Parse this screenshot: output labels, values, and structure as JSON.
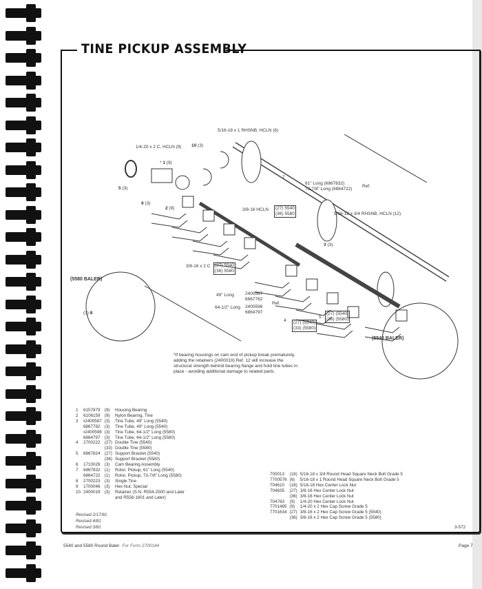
{
  "title": "TINE PICKUP ASSEMBLY",
  "diagram_labels": {
    "bolt_top": "5/16-18 x 1 RHSNB, HCLN (6)",
    "callout_10": "10",
    "qty_10": "(3)",
    "bolt_c": "1/4-20 x 2 C, HCLN (9)",
    "star_1": "*",
    "callout_1": "1",
    "qty_1": "(9)",
    "callout_5": "5",
    "qty_5": "(3)",
    "callout_9": "9",
    "qty_9": "(3)",
    "callout_2": "2",
    "qty_2": "(9)",
    "callout_7": "7",
    "rotor_len_1": "61\" Long (6867832)",
    "rotor_len_2": "73-7/8\" Long (6864722)",
    "ref": "Ref.",
    "hcln": "3/8-16 HCLN",
    "hcln_q1": "(27) 5540",
    "hcln_q2": "(36) 5580",
    "bolt_rhsnb": "5/16-18 x 3/4 RHSNB, HCLN (12)",
    "callout_3": "3",
    "qty_3": "(3)",
    "bolt_2c": "3/8-16 x 2 C",
    "bolt_2c_q1": "(27) 5540",
    "bolt_2c_q2": "(36) 5580",
    "baler_5580": "(5580 BALER)",
    "callout_8": "8",
    "qty_8": "(3)",
    "len_49": "49\" Long",
    "len_49_p1": "2400587",
    "len_49_p2": "6867782",
    "len_64": "64-1/2\" Long",
    "len_64_p1": "2400598",
    "len_64_p2": "6864797",
    "ref2": "Ref.",
    "callout_4": "4",
    "tine_q1": "(27) (5540)",
    "tine_q2": "(33) (5580)",
    "callout_5b": "5",
    "bracket_q1": "(27) (5540)",
    "bracket_q2": "(36) (5580)",
    "baler_5540": "(5540 BALER)"
  },
  "note": "*If bearing housings on cam end of pickup break prematurely, adding the retainers (2400019) Ref. 12 will increase the structural strength behind bearing flange and hold tine tubes in place - avoiding additional damage to related parts.",
  "parts_left": [
    [
      "1",
      "6157879",
      "(9)",
      "Housing Bearing"
    ],
    [
      "2",
      "6106159",
      "(9)",
      "Nylon Bearing, Tine"
    ],
    [
      "3",
      "▪2400587",
      "(3)",
      "Tine Tube, 49\" Long (5540)"
    ],
    [
      "",
      "6867782",
      "(3)",
      "Tine Tube, 49\" Long (5540)"
    ],
    [
      "",
      "▪2400598",
      "(3)",
      "Tine Tube, 64-1/2\" Long (5580)"
    ],
    [
      "",
      "6864797",
      "(3)",
      "Tine Tube, 64-1/2\" Long (5580)"
    ],
    [
      "4",
      "2700222",
      "(27)",
      "Double Tine (5540)"
    ],
    [
      "",
      "",
      "(33)",
      "Double Tine (5580)"
    ],
    [
      "5",
      "6867824",
      "(27)",
      "Support Bracket (5540)"
    ],
    [
      "",
      "",
      "(36)",
      "Support Bracket (5580)"
    ],
    [
      "6",
      "1710026",
      "(3)",
      "Cam Bearing Assembly"
    ],
    [
      "7",
      "6867832",
      "(1)",
      "Rotor, Pickup, 61\" Long (5540)"
    ],
    [
      "",
      "6864722",
      "(1)",
      "Rotor, Pickup, 73-7/8\" Long (5580)"
    ],
    [
      "8",
      "2700223",
      "(3)",
      "Single Tine"
    ],
    [
      "9",
      "1700046",
      "(3)",
      "Hex Nut, Special"
    ],
    [
      "10",
      "2400019",
      "(3)",
      "Retainer (S.N. R554-2500 and Later"
    ],
    [
      "",
      "",
      "",
      "and R558-1601 and Later)"
    ]
  ],
  "parts_right": [
    [
      "700013",
      "(18)",
      "5/16-18 x 3/4 Round Head Square Neck Bolt Grade 5"
    ],
    [
      "7700576",
      "(6)",
      "5/16-18 x 1 Round Head Square Neck Bolt Grade 5"
    ],
    [
      "704610",
      "(18)",
      "5/16-18 Hex Center Lock Nut"
    ],
    [
      "704635",
      "(27)",
      "3/8-16 Hex Center Lock Nut"
    ],
    [
      "",
      "(36)",
      "3/8-16 Hex Center Lock Nut"
    ],
    [
      "704783",
      "(9)",
      "1/4-20 Hex Center Lock Nut"
    ],
    [
      "7701485",
      "(9)",
      "1/4-20 x 2 Hex Cap Screw Grade 5"
    ],
    [
      "7701634",
      "(27)",
      "3/8-16 x 2 Hex Cap Screw Grade 5 (5540)"
    ],
    [
      "",
      "(36)",
      "3/8-16 x 2 Hex Cap Screw Grade 5 (5580)"
    ]
  ],
  "revised": [
    "Revised 2/17/81",
    "Revised 4/81",
    "Revised 3/81"
  ],
  "code": "3-572",
  "footer": {
    "left": "5540 and 5580 Round Baler",
    "form": "For Form 2700144",
    "page": "Page 7"
  }
}
